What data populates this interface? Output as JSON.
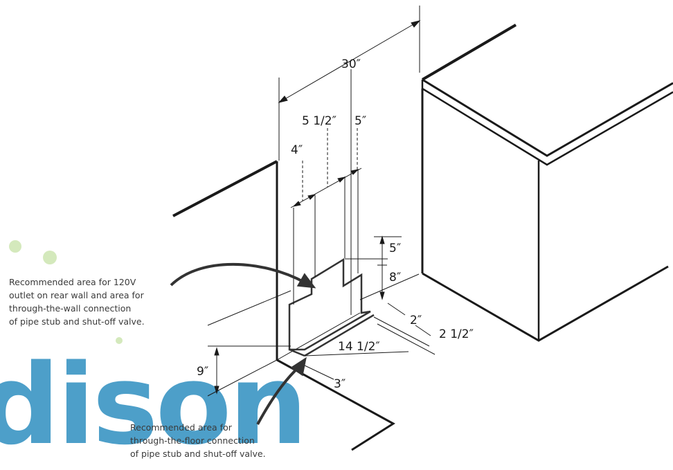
{
  "diagram": {
    "dimensions": {
      "overall_width": "30″",
      "d_5_1_2": "5 1/2″",
      "d_5_top": "5″",
      "d_4": "4″",
      "d_5_side": "5″",
      "d_8": "8″",
      "d_2": "2″",
      "d_2_1_2": "2 1/2″",
      "d_14_1_2": "14 1/2″",
      "d_9": "9″",
      "d_3": "3″"
    },
    "notes": {
      "wall": [
        "Recommended area for 120V",
        "outlet on rear wall and area for",
        "through-the-wall connection",
        "of pipe stub and shut-off valve."
      ],
      "floor": [
        "Recommended area for",
        "through-the-floor connection",
        "of pipe stub and shut-off valve."
      ]
    },
    "watermark": "dison",
    "colors": {
      "line": "#1a1a1a",
      "watermark_blue": "#2f8fc0",
      "watermark_green": "#9fce6a"
    }
  }
}
